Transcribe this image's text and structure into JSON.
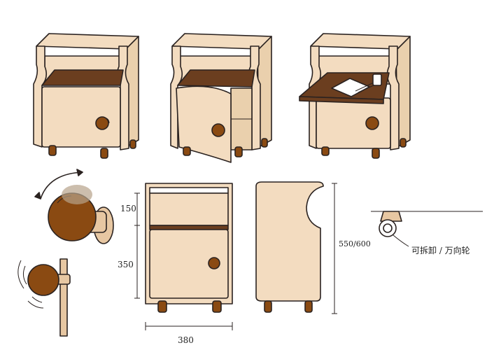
{
  "dims": {
    "upper_height": "150",
    "lower_height": "350",
    "width": "380",
    "total_height": "550/600"
  },
  "caster_note": "可拆卸 / 万向轮",
  "colors": {
    "light_wood": "#f3dcc0",
    "mid_wood": "#ead0ad",
    "dark_wood": "#6b3e1f",
    "brown_knob": "#8a4a12",
    "outline": "#2a2220"
  }
}
